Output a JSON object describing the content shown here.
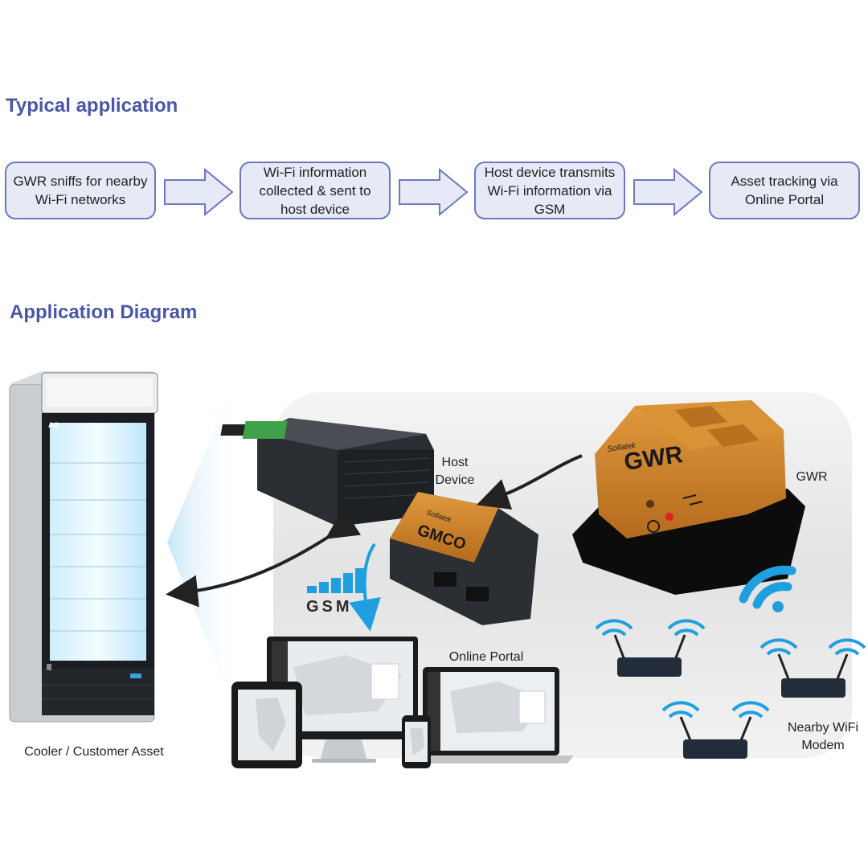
{
  "headings": {
    "typical": "Typical application",
    "diagram": "Application Diagram"
  },
  "flow": {
    "steps": [
      "GWR sniffs for nearby Wi-Fi networks",
      "Wi-Fi information collected & sent to host device",
      "Host device transmits Wi-Fi information via GSM",
      "Asset tracking via Online Portal"
    ]
  },
  "diagram": {
    "cooler_label": "Cooler / Customer Asset",
    "host_label": "Host Device",
    "gwr_label": "GWR",
    "portal_label": "Online Portal",
    "modem_label": "Nearby WiFi Modem",
    "gsm_text": "GSM",
    "gwr_device_text": "GWR",
    "gmco_device_text": "GMCO",
    "brand_text": "Sollatek",
    "cooler_brand": "AG"
  },
  "colors": {
    "heading": "#4a56a6",
    "box_border": "#6e78bf",
    "box_fill": "#e6e9f6",
    "arrow_fill": "#e6e9f6",
    "gwr_orange": "#c87a22",
    "gsm_blue": "#1f9fe0",
    "wifi_blue": "#1f9fe0",
    "band_gray": "#e9e9e9"
  }
}
